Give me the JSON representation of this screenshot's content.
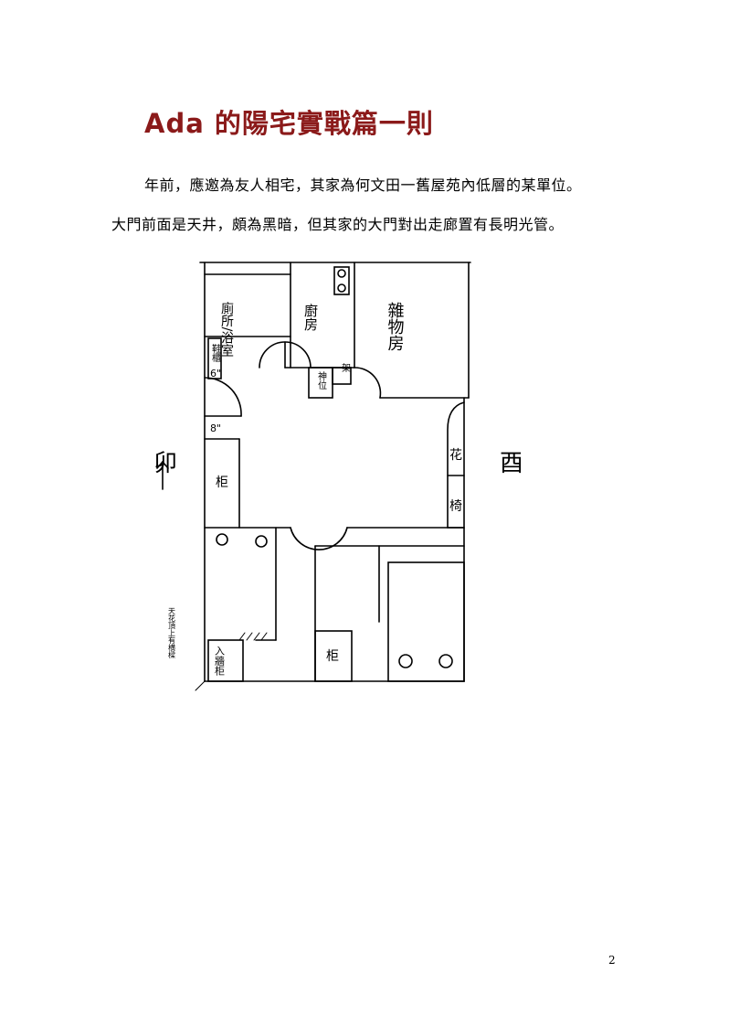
{
  "document": {
    "title": "Ada 的陽宅實戰篇一則",
    "paragraphs": [
      "年前，應邀為友人相宅，其家為何文田一舊屋苑內低層的某單位。",
      "大門前面是天井，頗為黑暗，但其家的大門對出走廊置有長明光管。"
    ],
    "page_number": "2"
  },
  "floor_plan": {
    "directions": {
      "east": "卯",
      "west": "酉"
    },
    "rooms": {
      "toilet_bath": "廁所/浴室",
      "kitchen": "廚房",
      "storage": "雜物房",
      "shoe_cabinet": "鞋櫃",
      "altar": "神位",
      "shelf": "架",
      "flower": "花",
      "chair": "椅",
      "wardrobe": "柜",
      "entrance_cabinet": "入牆柜",
      "skylight_note": "天花頂上有横樑"
    },
    "dimensions": {
      "d1": "6\"",
      "d2": "8\""
    }
  }
}
